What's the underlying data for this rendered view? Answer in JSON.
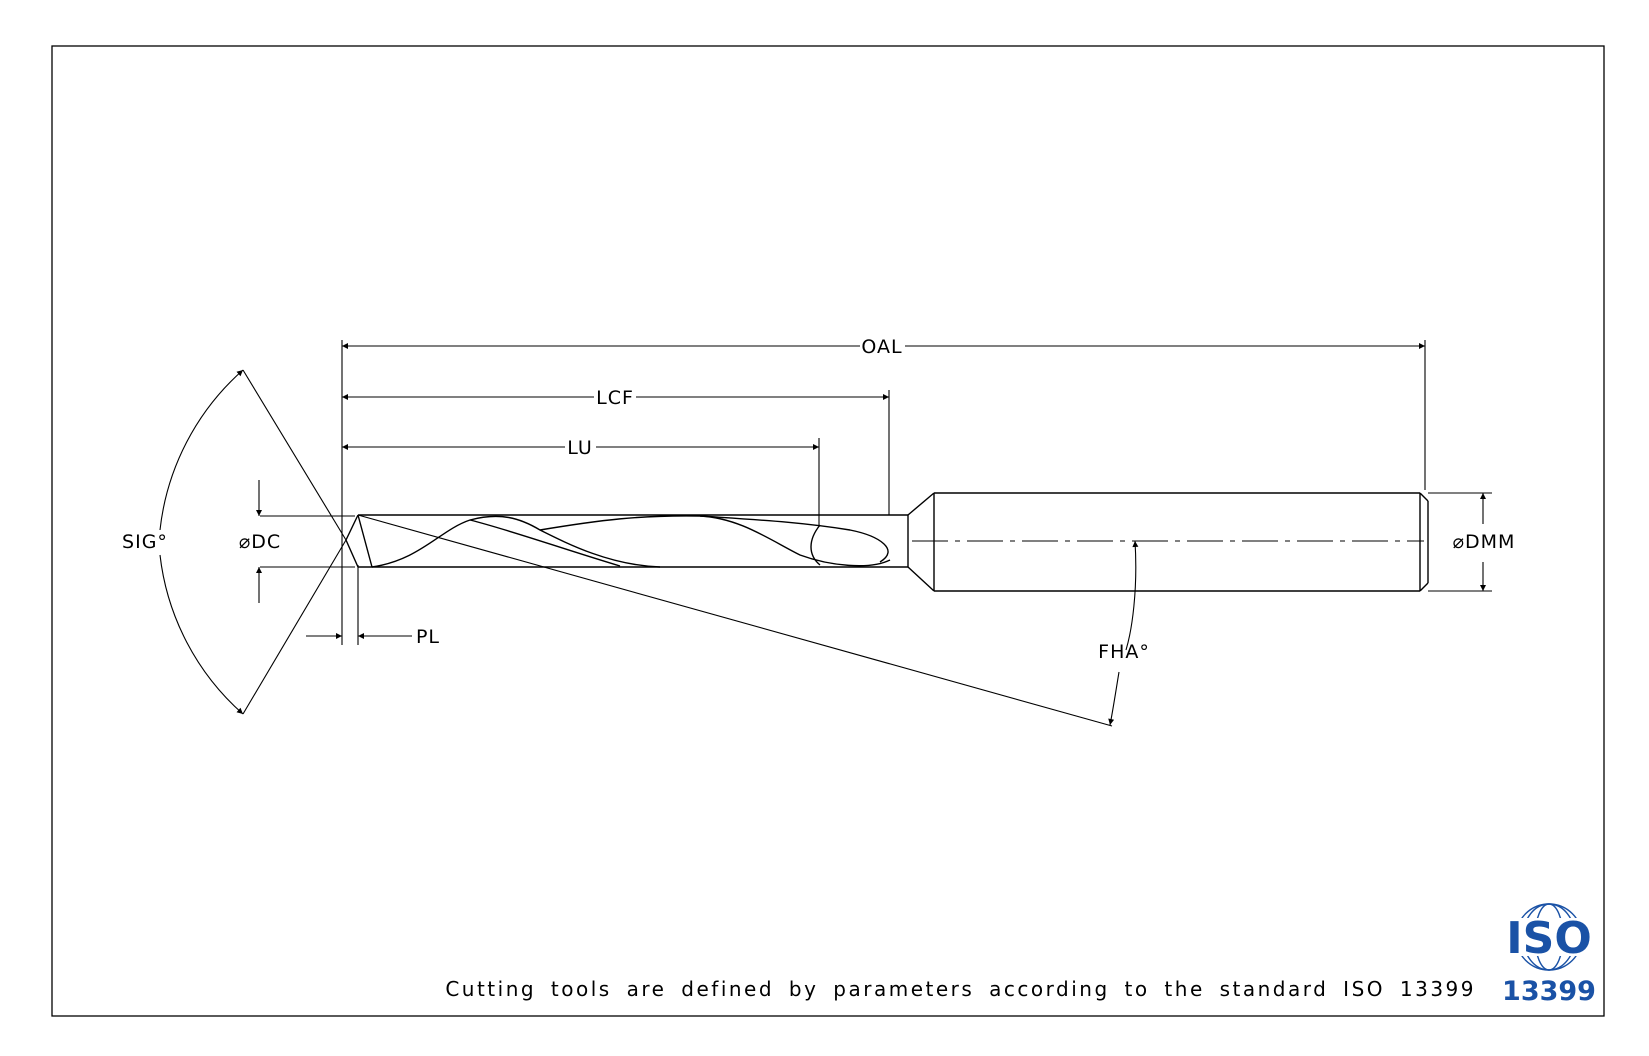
{
  "dimensions": {
    "oal": "OAL",
    "lcf": "LCF",
    "lu": "LU",
    "sig": "SIG°",
    "dc": "⌀DC",
    "dmm": "⌀DMM",
    "pl": "PL",
    "fha": "FHA°"
  },
  "caption": "Cutting tools are defined by parameters according to the standard ISO 13399",
  "logo": {
    "word": "ISO",
    "number": "13399",
    "color": "#1a52a6"
  },
  "colors": {
    "line": "#000000",
    "background": "#ffffff"
  }
}
